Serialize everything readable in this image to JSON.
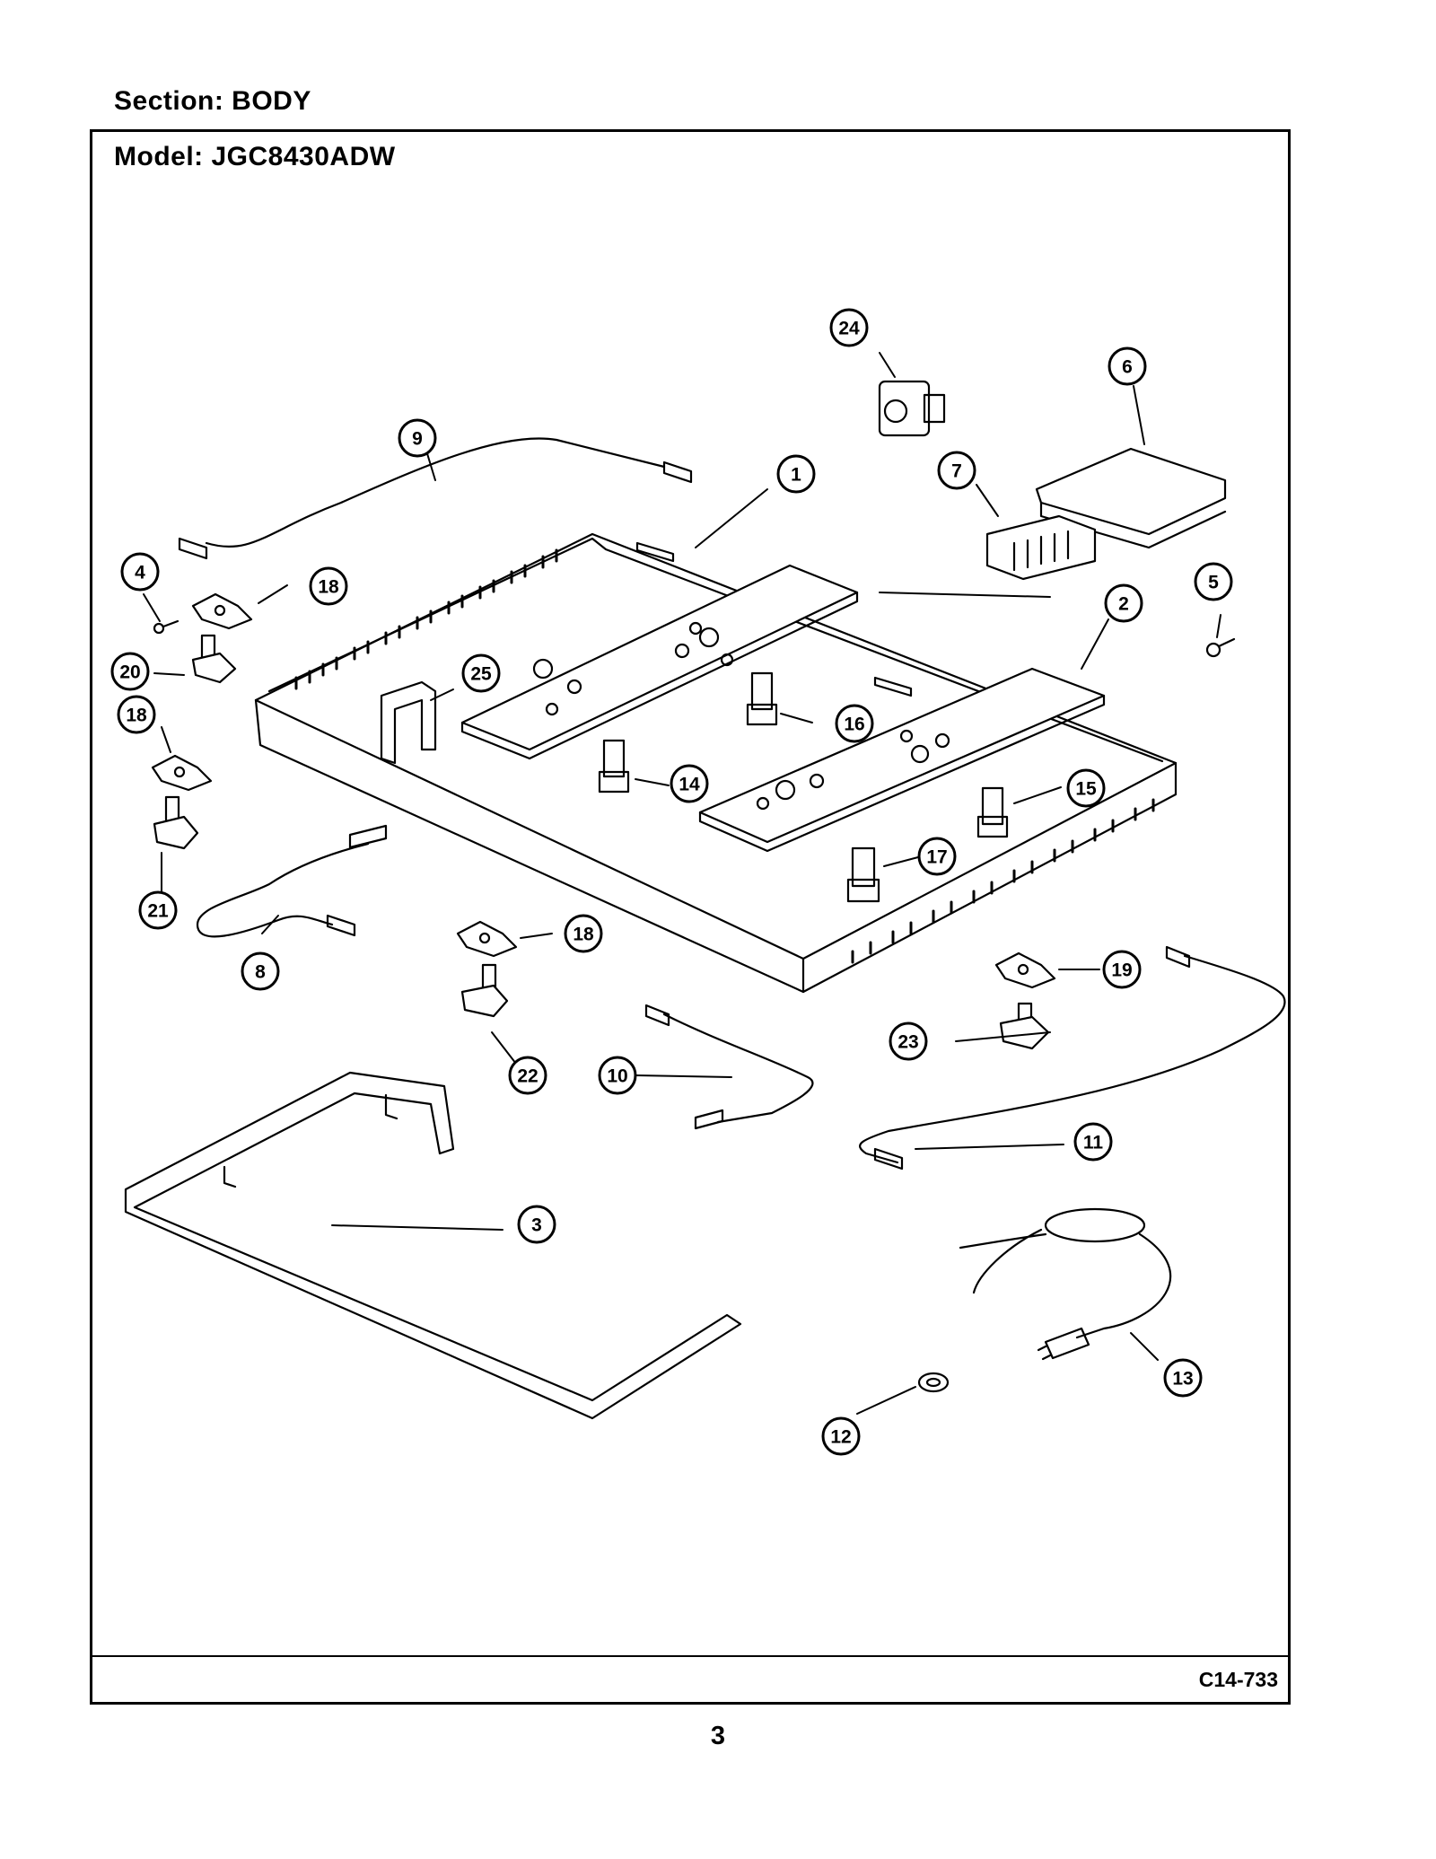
{
  "header": {
    "section": "Section:  BODY",
    "model": "Model:  JGC8430ADW"
  },
  "footer": {
    "diagram_code": "C14-733",
    "page_number": "3"
  },
  "callouts": [
    "1",
    "2",
    "3",
    "4",
    "5",
    "6",
    "7",
    "8",
    "9",
    "10",
    "11",
    "12",
    "13",
    "14",
    "15",
    "16",
    "17",
    "18",
    "18",
    "18",
    "19",
    "20",
    "21",
    "22",
    "23",
    "24",
    "25"
  ]
}
